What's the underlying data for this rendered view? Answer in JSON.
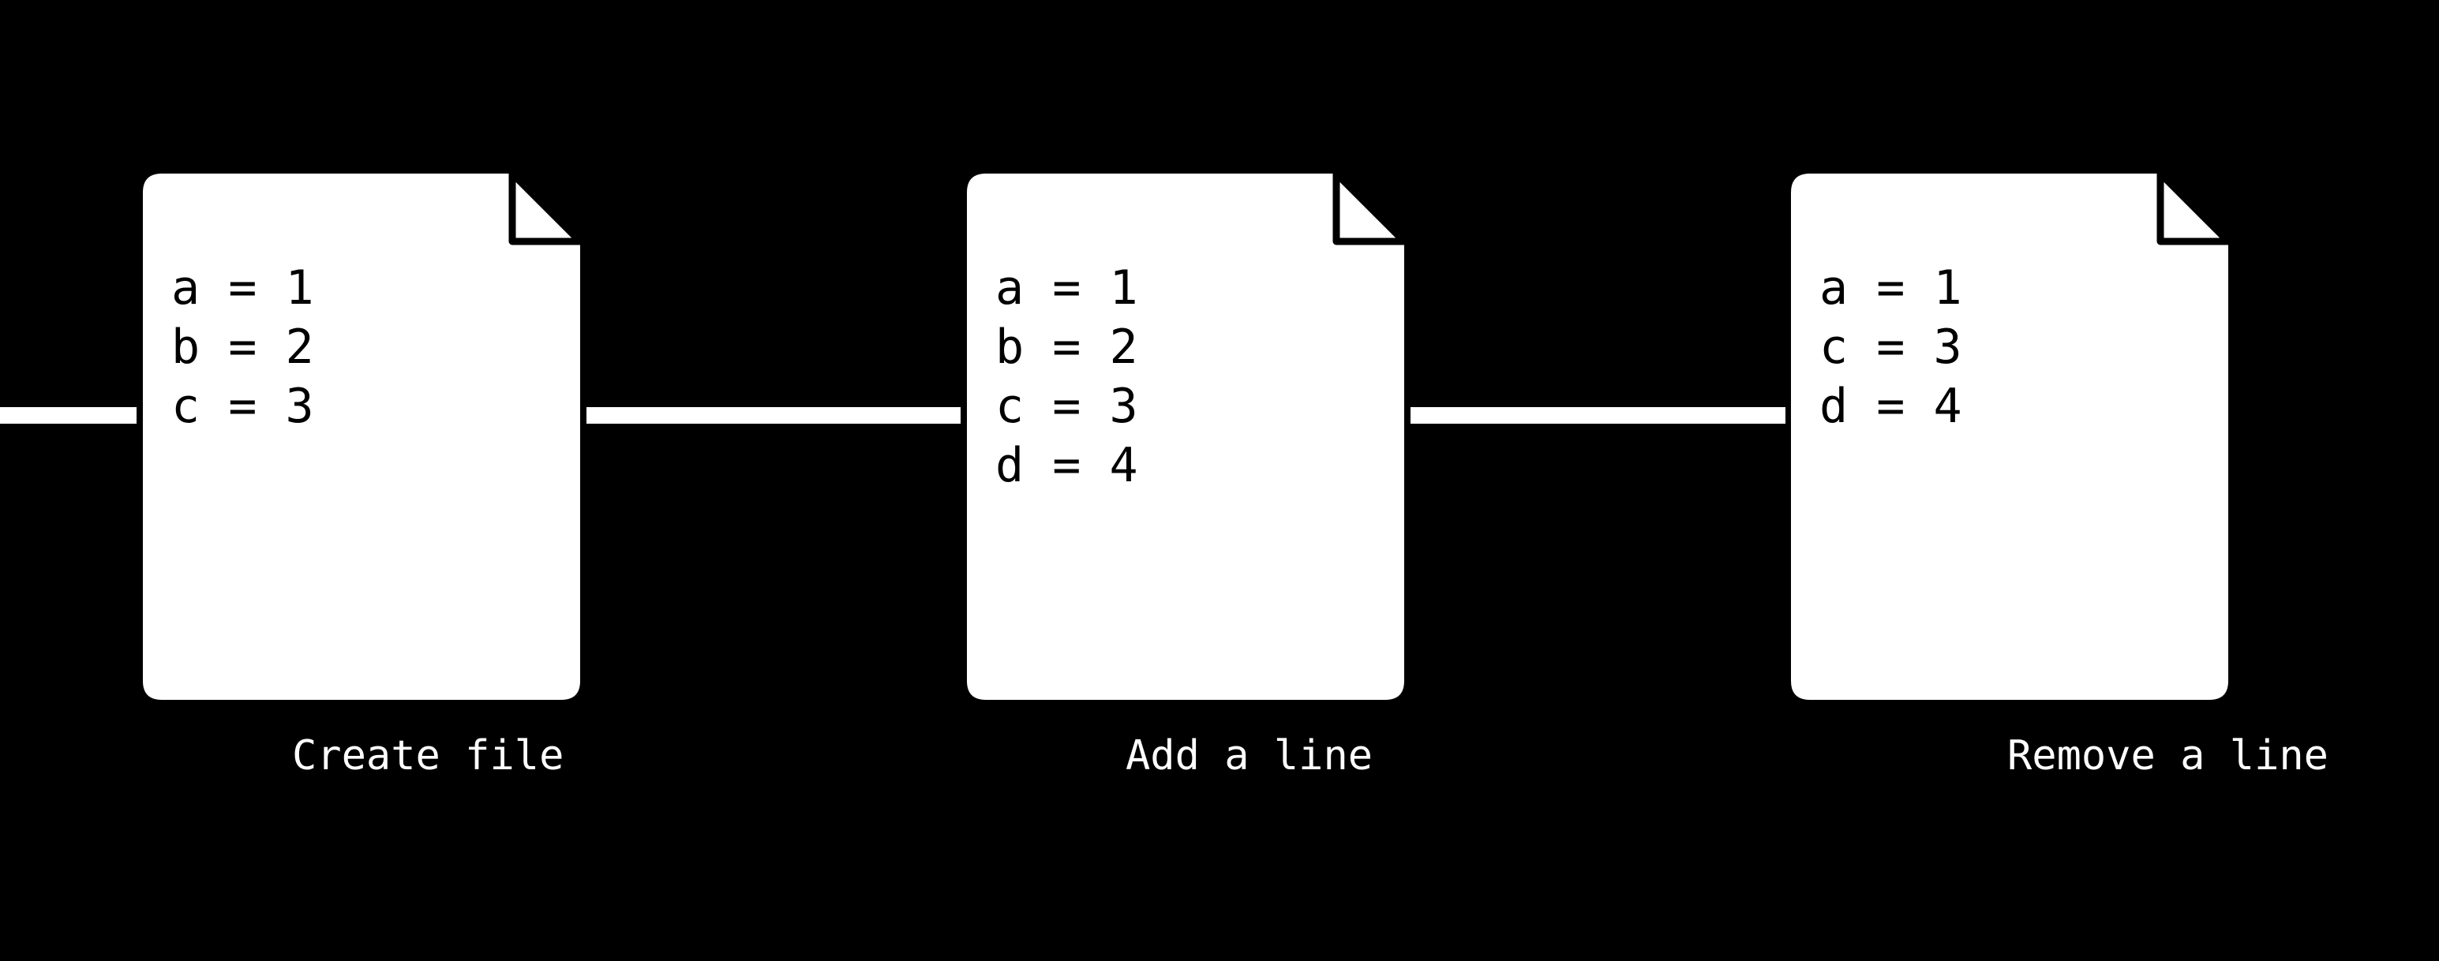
{
  "colors": {
    "background": "#000000",
    "document": "#ffffff",
    "text": "#000000",
    "caption": "#ffffff"
  },
  "steps": [
    {
      "caption": "Create file",
      "lines": [
        "a = 1",
        "b = 2",
        "c = 3"
      ]
    },
    {
      "caption": "Add a line",
      "lines": [
        "a = 1",
        "b = 2",
        "c = 3",
        "d = 4"
      ]
    },
    {
      "caption": "Remove a line",
      "lines": [
        "a = 1",
        "c = 3",
        "d = 4"
      ]
    }
  ]
}
